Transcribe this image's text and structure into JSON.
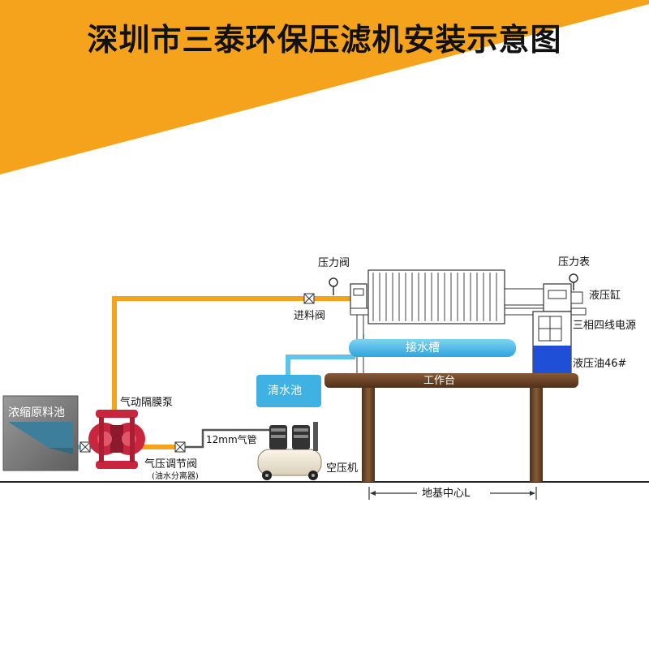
{
  "title": "深圳市三泰环保压滤机安装示意图",
  "labels": {
    "pressure_valve": "压力阀",
    "feed_valve": "进料阀",
    "pressure_gauge": "压力表",
    "hydraulic_cylinder": "液压缸",
    "power_supply": "三相四线电源",
    "water_trough": "接水槽",
    "hydraulic_oil": "液压油46#",
    "workbench": "工作台",
    "clear_water_pool": "清水池",
    "concentrated_tank": "浓缩原料池",
    "diaphragm_pump": "气动隔膜泵",
    "air_pipe": "12mm气管",
    "air_regulator": "气压调节阀",
    "oil_water_separator": "(油水分离器)",
    "air_compressor": "空压机",
    "foundation_center": "地基中心L"
  },
  "colors": {
    "banner": "#f5a21c",
    "pipe_orange": "#f5a21c",
    "pipe_blue": "#62c3ea",
    "water_box": "#3fb1e3",
    "workbench": "#6b4529",
    "pump_red": "#c8253e",
    "oil_blue": "#1e4fd6",
    "tank_gray": "#7d7d7d",
    "tank_slurry": "#3d7f9a"
  }
}
